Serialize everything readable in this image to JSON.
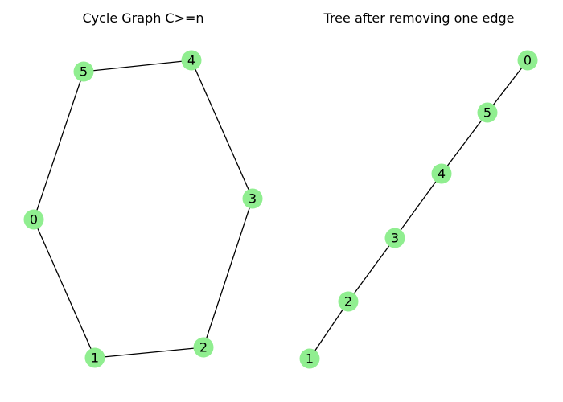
{
  "node_color": "#90ee90",
  "edge_color": "#000000",
  "panels": [
    {
      "title": "Cycle Graph C>=n",
      "nodes": [
        "0",
        "1",
        "2",
        "3",
        "4",
        "5"
      ],
      "edges": [
        [
          "0",
          "1"
        ],
        [
          "1",
          "2"
        ],
        [
          "2",
          "3"
        ],
        [
          "3",
          "4"
        ],
        [
          "4",
          "5"
        ],
        [
          "5",
          "0"
        ]
      ]
    },
    {
      "title": "Tree after removing one edge",
      "nodes": [
        "0",
        "1",
        "2",
        "3",
        "4",
        "5"
      ],
      "edges": [
        [
          "1",
          "2"
        ],
        [
          "2",
          "3"
        ],
        [
          "3",
          "4"
        ],
        [
          "4",
          "5"
        ],
        [
          "5",
          "0"
        ]
      ]
    }
  ]
}
